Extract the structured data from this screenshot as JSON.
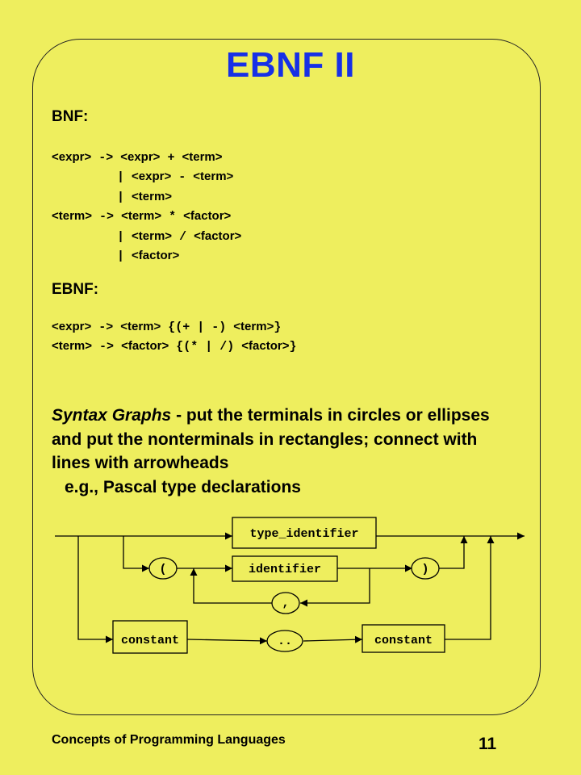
{
  "title": "EBNF II",
  "bnf": {
    "heading": "BNF:",
    "lines": [
      [
        "<expr>",
        " -> ",
        "<expr>",
        " + ",
        "<term>"
      ],
      [
        "         | ",
        "<expr>",
        " - ",
        "<term>"
      ],
      [
        "         | ",
        "<term>"
      ],
      [
        "<term>",
        " -> ",
        "<term>",
        " * ",
        "<factor>"
      ],
      [
        "         | ",
        "<term>",
        " / ",
        "<factor>"
      ],
      [
        "         | ",
        "<factor>"
      ]
    ]
  },
  "ebnf": {
    "heading": "EBNF:",
    "lines": [
      [
        "<expr>",
        " -> ",
        "<term>",
        " {(+ | -) ",
        "<term>",
        "}"
      ],
      [
        "<term>",
        " -> ",
        "<factor>",
        " {(* | /) ",
        "<factor>",
        "}"
      ]
    ]
  },
  "syntax_graphs": {
    "italic": "Syntax Graphs",
    "text": " - put the terminals in circles or ellipses and put the nonterminals in rectangles; connect with lines with arrowheads",
    "example": "e.g., Pascal type declarations"
  },
  "diagram": {
    "type_identifier": "type_identifier",
    "identifier": "identifier",
    "constant_left": "constant",
    "constant_right": "constant",
    "open_paren": "(",
    "close_paren": ")",
    "comma": ",",
    "range": ".."
  },
  "footer": {
    "text": "Concepts of Programming Languages",
    "page": "11"
  }
}
